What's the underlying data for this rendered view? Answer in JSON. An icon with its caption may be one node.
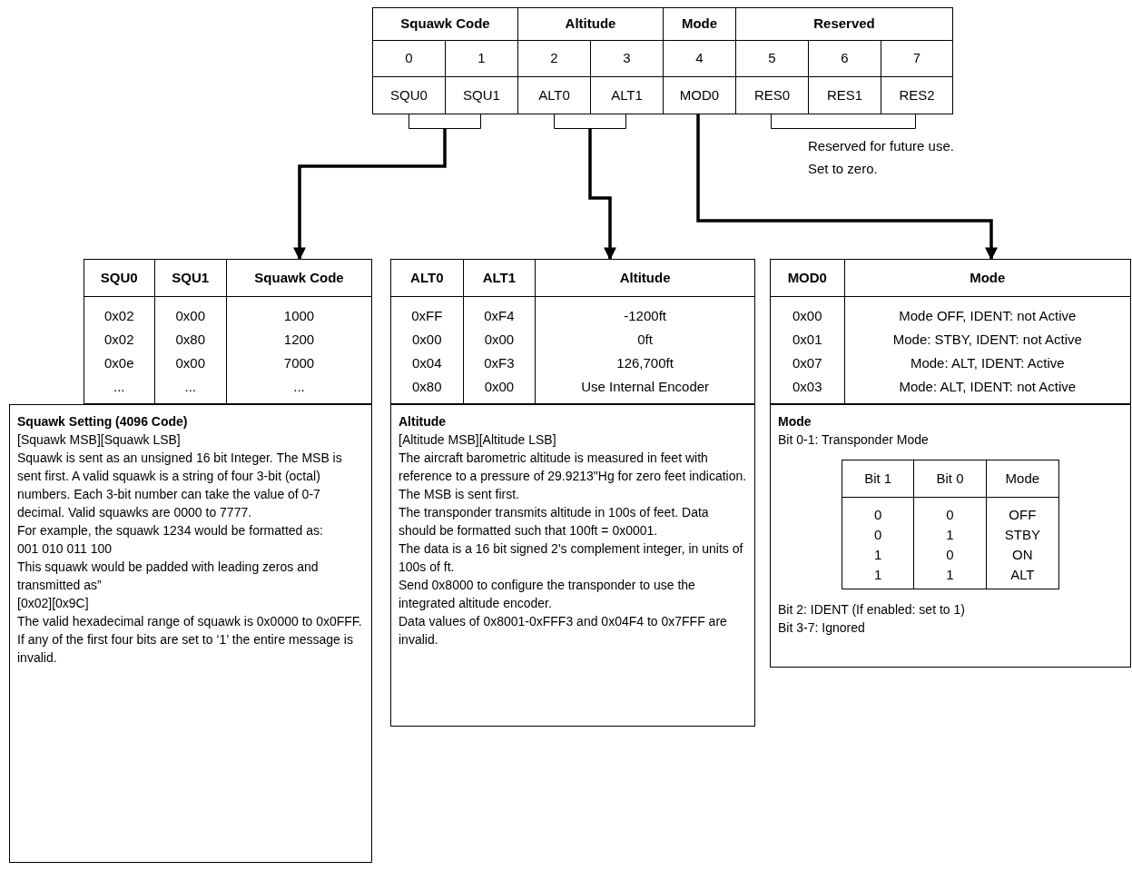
{
  "diagram": {
    "nodes": [
      {
        "text": [],
        "shape": "table"
      },
      {
        "text": [],
        "shape": "bracket"
      },
      {
        "text": [],
        "shape": "bracket"
      },
      {
        "text": [],
        "shape": "bracket",
        "beside": [
          "Reserved for future use.",
          "Set to zero."
        ]
      },
      {
        "text": [],
        "shape": "table"
      },
      {
        "text": [
          "Squawk Setting (4096 Code)",
          "[Squawk MSB][Squawk LSB]",
          "Squawk is sent as an unsigned 16 bit Integer. The MSB is sent first. A valid squawk is a string of four 3-bit (octal) numbers. Each 3-bit number can take the value of 0-7 decimal. Valid squawks are 0000 to 7777.",
          "For example, the squawk 1234 would be formatted as:",
          "001 010 011 100",
          "This squawk would be padded with leading zeros and transmitted as”",
          "[0x02][0x9C]",
          "The valid hexadecimal range of squawk is 0x0000 to 0x0FFF. If any of the first four bits are set to ‘1’ the entire message is invalid."
        ]
      },
      {
        "text": [],
        "shape": "table"
      },
      {
        "text": [
          "Altitude",
          "[Altitude MSB][Altitude LSB]",
          "The aircraft barometric altitude is measured in feet with reference to a pressure of 29.9213\"Hg for zero feet indication. The MSB is sent first.",
          "The transponder transmits altitude in 100s of feet. Data should be formatted such that 100ft = 0x0001.",
          "The data is a 16 bit signed 2's complement integer, in units of 100s of ft.",
          "Send 0x8000 to configure the transponder to use the integrated altitude encoder.",
          "Data values of 0x8001-0xFFF3 and 0x04F4 to 0x7FFF are invalid."
        ]
      },
      {
        "text": [],
        "shape": "table"
      },
      {
        "text": [
          "Mode",
          "Bit 0-1: Transponder Mode",
          "Bit 2: IDENT (If enabled: set to 1)",
          "Bit 3-7: Ignored"
        ]
      },
      {
        "text": [],
        "shape": "table",
        "in": 9
      }
    ],
    "edges": [
      {
        "from": 1,
        "to": 4,
        "arrow": "to"
      },
      {
        "from": 2,
        "to": 6,
        "arrow": "to"
      },
      {
        "from": 0,
        "to": 8,
        "arrow": "to"
      }
    ],
    "labels": [
      "Squawk Code",
      "Altitude",
      "Mode",
      "Reserved",
      "0",
      "1",
      "2",
      "3",
      "4",
      "5",
      "6",
      "7",
      "SQU0",
      "SQU1",
      "ALT0",
      "ALT1",
      "MOD0",
      "RES0",
      "RES1",
      "RES2",
      "SQU0",
      "SQU1",
      "Squawk Code",
      "0x02",
      "0x00",
      "1000",
      "0x02",
      "0x80",
      "1200",
      "0x0e",
      "0x00",
      "7000",
      "...",
      "...",
      "...",
      "ALT0",
      "ALT1",
      "Altitude",
      "0xFF",
      "0xF4",
      "-1200ft",
      "0x00",
      "0x00",
      "0ft",
      "0x04",
      "0xF3",
      "126,700ft",
      "0x80",
      "0x00",
      "Use Internal Encoder",
      "MOD0",
      "Mode",
      "0x00",
      "Mode OFF, IDENT: not Active",
      "0x01",
      "Mode: STBY, IDENT: not Active",
      "0x07",
      "Mode: ALT, IDENT: Active",
      "0x03",
      "Mode: ALT, IDENT: not Active",
      "Bit 1",
      "Bit 0",
      "Mode",
      "0",
      "0",
      "OFF",
      "0",
      "1",
      "STBY",
      "1",
      "0",
      "ON",
      "1",
      "1",
      "ALT"
    ]
  }
}
